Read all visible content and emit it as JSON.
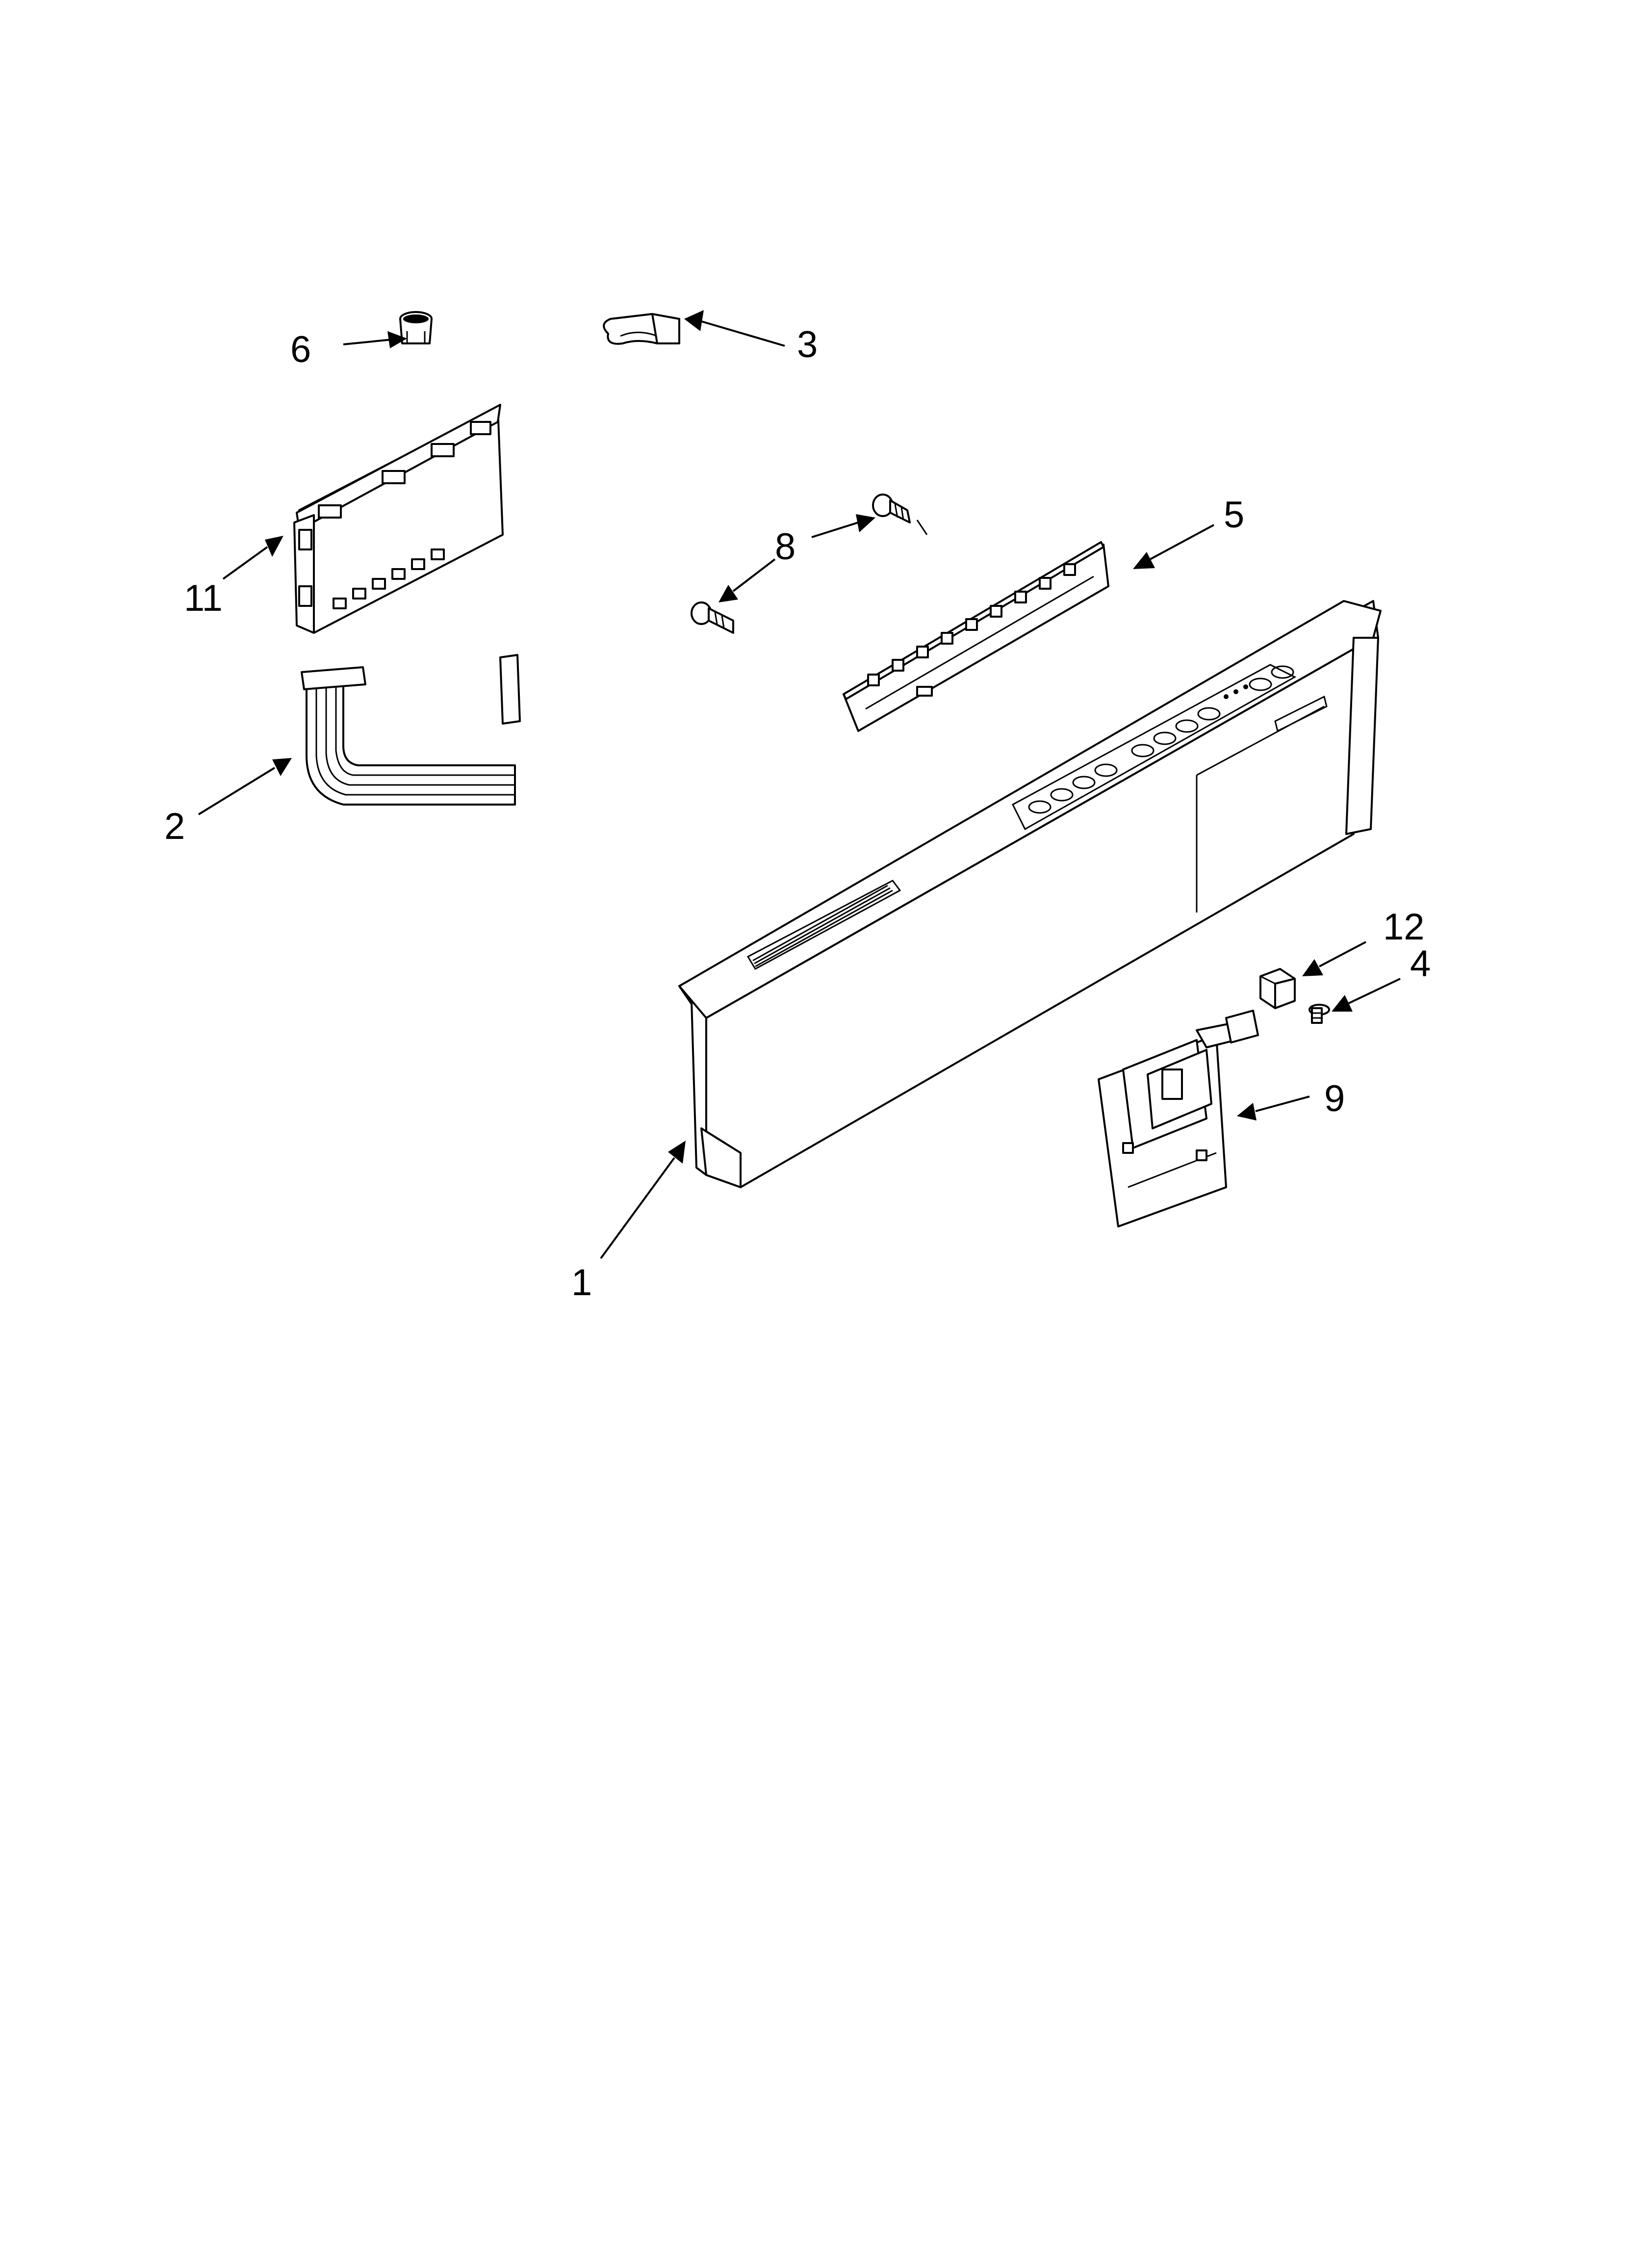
{
  "diagram": {
    "callouts": [
      {
        "id": "1",
        "label": "1"
      },
      {
        "id": "2",
        "label": "2"
      },
      {
        "id": "3",
        "label": "3"
      },
      {
        "id": "4",
        "label": "4"
      },
      {
        "id": "5",
        "label": "5"
      },
      {
        "id": "6",
        "label": "6"
      },
      {
        "id": "8",
        "label": "8"
      },
      {
        "id": "9",
        "label": "9"
      },
      {
        "id": "11",
        "label": "11"
      },
      {
        "id": "12",
        "label": "12"
      }
    ]
  }
}
